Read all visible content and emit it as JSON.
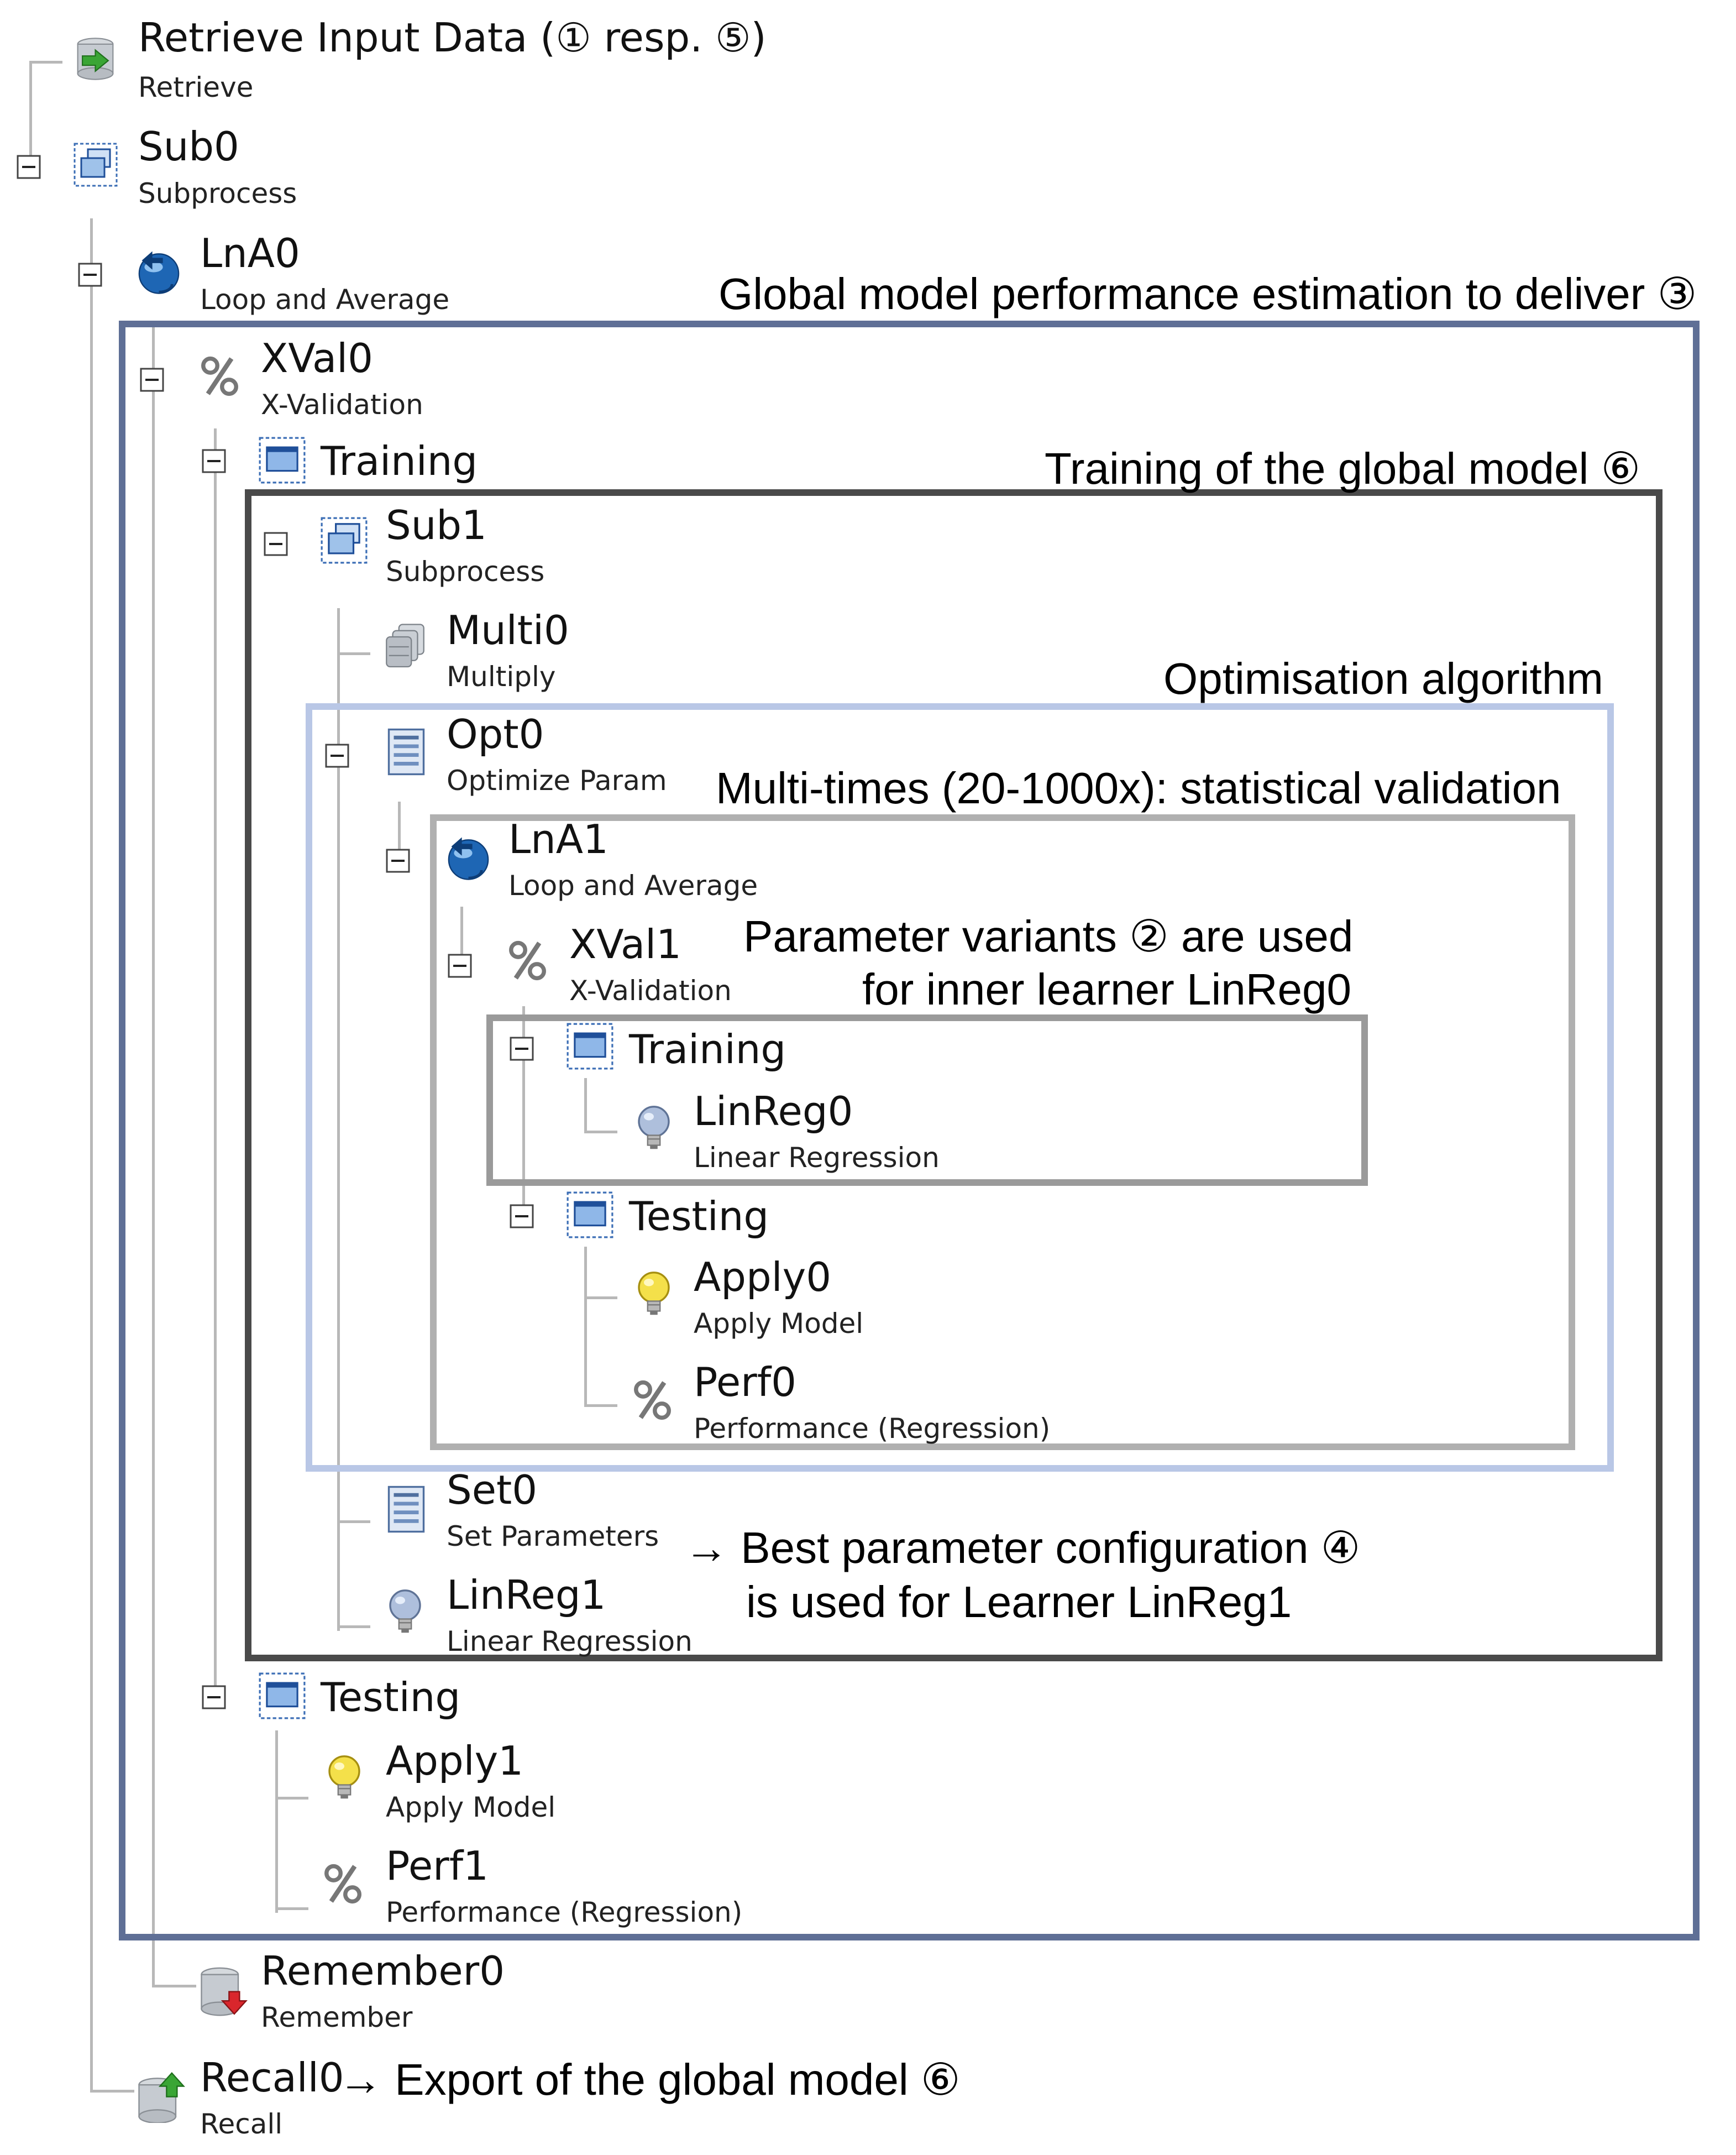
{
  "tree": {
    "retrieve": {
      "name": "Retrieve Input Data (① resp. ⑤)",
      "type": "Retrieve"
    },
    "sub0": {
      "name": "Sub0",
      "type": "Subprocess"
    },
    "lna0": {
      "name": "LnA0",
      "type": "Loop and Average"
    },
    "xval0": {
      "name": "XVal0",
      "type": "X-Validation"
    },
    "training_outer": {
      "name": "Training"
    },
    "sub1": {
      "name": "Sub1",
      "type": "Subprocess"
    },
    "multi0": {
      "name": "Multi0",
      "type": "Multiply"
    },
    "opt0": {
      "name": "Opt0",
      "type": "Optimize Param"
    },
    "lna1": {
      "name": "LnA1",
      "type": "Loop and Average"
    },
    "xval1": {
      "name": "XVal1",
      "type": "X-Validation"
    },
    "training_inner": {
      "name": "Training"
    },
    "linreg0": {
      "name": "LinReg0",
      "type": "Linear Regression"
    },
    "testing_inner": {
      "name": "Testing"
    },
    "apply0": {
      "name": "Apply0",
      "type": "Apply Model"
    },
    "perf0": {
      "name": "Perf0",
      "type": "Performance (Regression)"
    },
    "set0": {
      "name": "Set0",
      "type": "Set Parameters"
    },
    "linreg1": {
      "name": "LinReg1",
      "type": "Linear Regression"
    },
    "testing_outer": {
      "name": "Testing"
    },
    "apply1": {
      "name": "Apply1",
      "type": "Apply Model"
    },
    "perf1": {
      "name": "Perf1",
      "type": "Performance (Regression)"
    },
    "remember0": {
      "name": "Remember0",
      "type": "Remember"
    },
    "recall0": {
      "name": "Recall0",
      "type": "Recall"
    }
  },
  "annotations": {
    "global_estimation": "Global model performance estimation to deliver ③",
    "training_global": "Training of the global model ⑥",
    "optimisation": "Optimisation algorithm",
    "multi_times": "Multi-times (20-1000x): statistical validation",
    "param_variants_1": "Parameter variants ② are used",
    "param_variants_2": "for inner learner LinReg0",
    "best_config_1": "→ Best parameter configuration ④",
    "best_config_2": "is used for Learner LinReg1",
    "export_global": "→ Export of the global model ⑥"
  },
  "colors": {
    "frame_global": "#5f6f96",
    "frame_training": "#4a4a4a",
    "frame_optimisation": "#b9c7e6",
    "frame_multi": "#b0b0b0",
    "frame_param": "#9a9a9a",
    "tree_line": "#b8b8b8",
    "bulb_yellow": "#f4e04a",
    "bulb_blue": "#aebfdc",
    "loop_blue": "#1e66b4",
    "retrieve_green": "#3aa535",
    "remember_red": "#d9262c"
  }
}
